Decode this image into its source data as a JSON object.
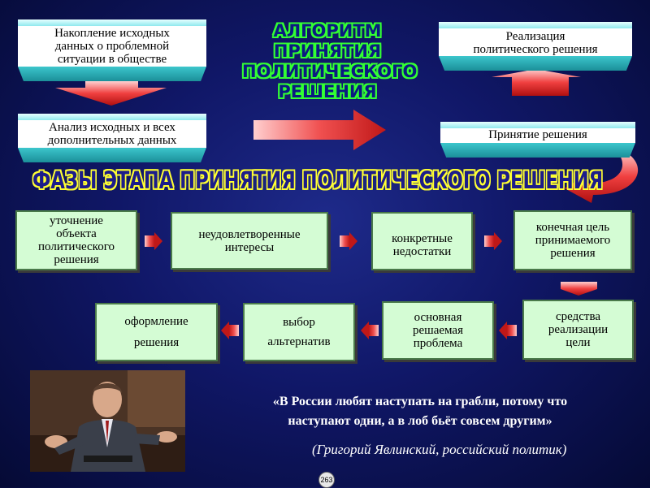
{
  "title": "АЛГОРИТМ ПРИНЯТИЯ ПОЛИТИЧЕСКОГО РЕШЕНИЯ",
  "title_lines": [
    "АЛГОРИТМ",
    "ПРИНЯТИЯ",
    "ПОЛИТИЧЕСКОГО",
    "РЕШЕНИЯ"
  ],
  "phases_title": "ФАЗЫ ЭТАПА ПРИНЯТИЯ ПОЛИТИЧЕСКОГО РЕШЕНИЯ",
  "algorithm": {
    "step1": [
      "Накопление исходных",
      "данных о проблемной",
      "ситуации в обществе"
    ],
    "step2": [
      "Анализ исходных и всех",
      "дополнительных данных"
    ],
    "step3": [
      "Принятие решения"
    ],
    "step4": [
      "Реализация",
      "политического решения"
    ]
  },
  "phases_row1": [
    [
      "уточнение",
      "объекта",
      "политического",
      "решения"
    ],
    [
      "неудовлетворенные",
      "интересы"
    ],
    [
      "конкретные",
      "недостатки"
    ],
    [
      "конечная цель",
      "принимаемого",
      "решения"
    ]
  ],
  "phases_row2": [
    [
      "средства",
      "реализации",
      "цели"
    ],
    [
      "основная",
      "решаемая",
      "проблема"
    ],
    [
      "выбор",
      "альтернатив"
    ],
    [
      "оформление",
      "решения"
    ]
  ],
  "quote": [
    "«В России любят наступать на грабли, потому что",
    "наступают одни, а в лоб бьёт совсем другим»"
  ],
  "author": "(Григорий Явлинский, российский политик)",
  "page_number": "263",
  "colors": {
    "background": "#101767",
    "title_outline": "#33ff33",
    "phases_outline": "#ffff33",
    "phase_box": "#d4fcd4",
    "box_top": "#8fe9ee",
    "arrow": "#e83030"
  }
}
